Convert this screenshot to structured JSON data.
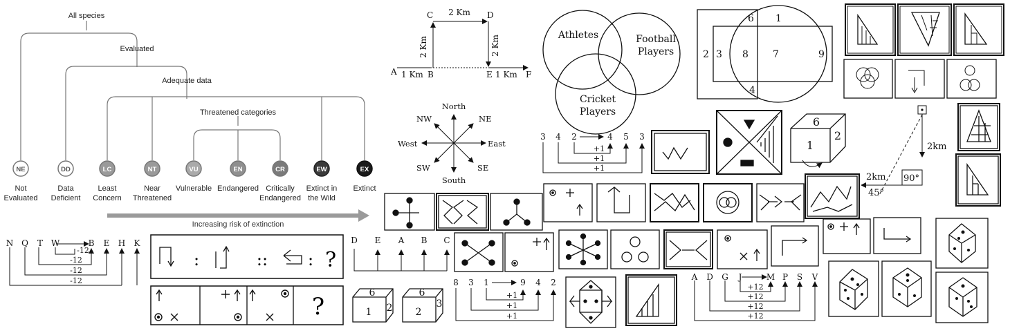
{
  "colors": {
    "ink": "#111111",
    "node_fill": "#ffffff",
    "node_mid": "#b7b7b7",
    "node_dark": "#8a8a8a",
    "node_darker": "#555555",
    "node_black": "#1a1a1a",
    "tree_line": "#777777",
    "risk_arrow": "#9a9a9a"
  },
  "iucn": {
    "root": "All species",
    "evaluated": "Evaluated",
    "adequate": "Adequate data",
    "threatened": "Threatened categories",
    "risk_label": "Increasing risk of extinction",
    "categories": [
      {
        "code": "NE",
        "line1": "Not",
        "line2": "Evaluated"
      },
      {
        "code": "DD",
        "line1": "Data",
        "line2": "Deficient"
      },
      {
        "code": "LC",
        "line1": "Least",
        "line2": "Concern"
      },
      {
        "code": "NT",
        "line1": "Near",
        "line2": "Threatened"
      },
      {
        "code": "VU",
        "line1": "Vulnerable",
        "line2": ""
      },
      {
        "code": "EN",
        "line1": "Endangered",
        "line2": ""
      },
      {
        "code": "CR",
        "line1": "Critically",
        "line2": "Endangered"
      },
      {
        "code": "EW",
        "line1": "Extinct in",
        "line2": "the Wild"
      },
      {
        "code": "EX",
        "line1": "Extinct",
        "line2": ""
      }
    ]
  },
  "route": {
    "points": [
      "A",
      "B",
      "C",
      "D",
      "E",
      "F"
    ],
    "top": "2 Km",
    "left": "2 Km",
    "right": "2 Km",
    "ab": "1 Km",
    "ef": "1 Km"
  },
  "compass": {
    "n": "North",
    "s": "South",
    "e": "East",
    "w": "West",
    "ne": "NE",
    "nw": "NW",
    "se": "SE",
    "sw": "SW"
  },
  "venn3": {
    "a": "Athletes",
    "b1": "Football",
    "b2": "Players",
    "c1": "Cricket",
    "c2": "Players"
  },
  "venn_rect": {
    "n1": "1",
    "n2": "2",
    "n3": "3",
    "n4": "4",
    "n6": "6",
    "n7": "7",
    "n8": "8",
    "n9": "9"
  },
  "letters_seq": {
    "top": [
      "N",
      "Q",
      "T",
      "W",
      "B",
      "E",
      "H",
      "K"
    ],
    "labels": [
      "-12",
      "-12",
      "-12",
      "-12"
    ]
  },
  "dea_seq": {
    "letters": [
      "D",
      "E",
      "A",
      "B",
      "C"
    ]
  },
  "num_seq1": {
    "top": [
      "3",
      "4",
      "2",
      "4",
      "5",
      "3"
    ],
    "labels": [
      "+1",
      "+1",
      "+1"
    ]
  },
  "num_seq2": {
    "top": [
      "8",
      "3",
      "1",
      "9",
      "4",
      "2"
    ],
    "labels": [
      "+1",
      "+1",
      "+1"
    ]
  },
  "alpha_seq": {
    "top": [
      "A",
      "D",
      "G",
      "J",
      "M",
      "P",
      "S",
      "V"
    ],
    "labels": [
      "+12",
      "+12",
      "+12",
      "+12"
    ]
  },
  "analogy": {
    "colon": ":",
    "dcolon": "::",
    "q": "?"
  },
  "q2": "?",
  "cube_small": {
    "a_top": "6",
    "a_front": "1",
    "a_side": "2",
    "b_top": "6",
    "b_front": "2",
    "b_side": "3"
  },
  "cube_big": {
    "top": "6",
    "front": "1",
    "side": "2"
  },
  "triangle": {
    "dist1": "2km",
    "dist2": "2km",
    "angle1": "90°",
    "angle2": "45°"
  }
}
